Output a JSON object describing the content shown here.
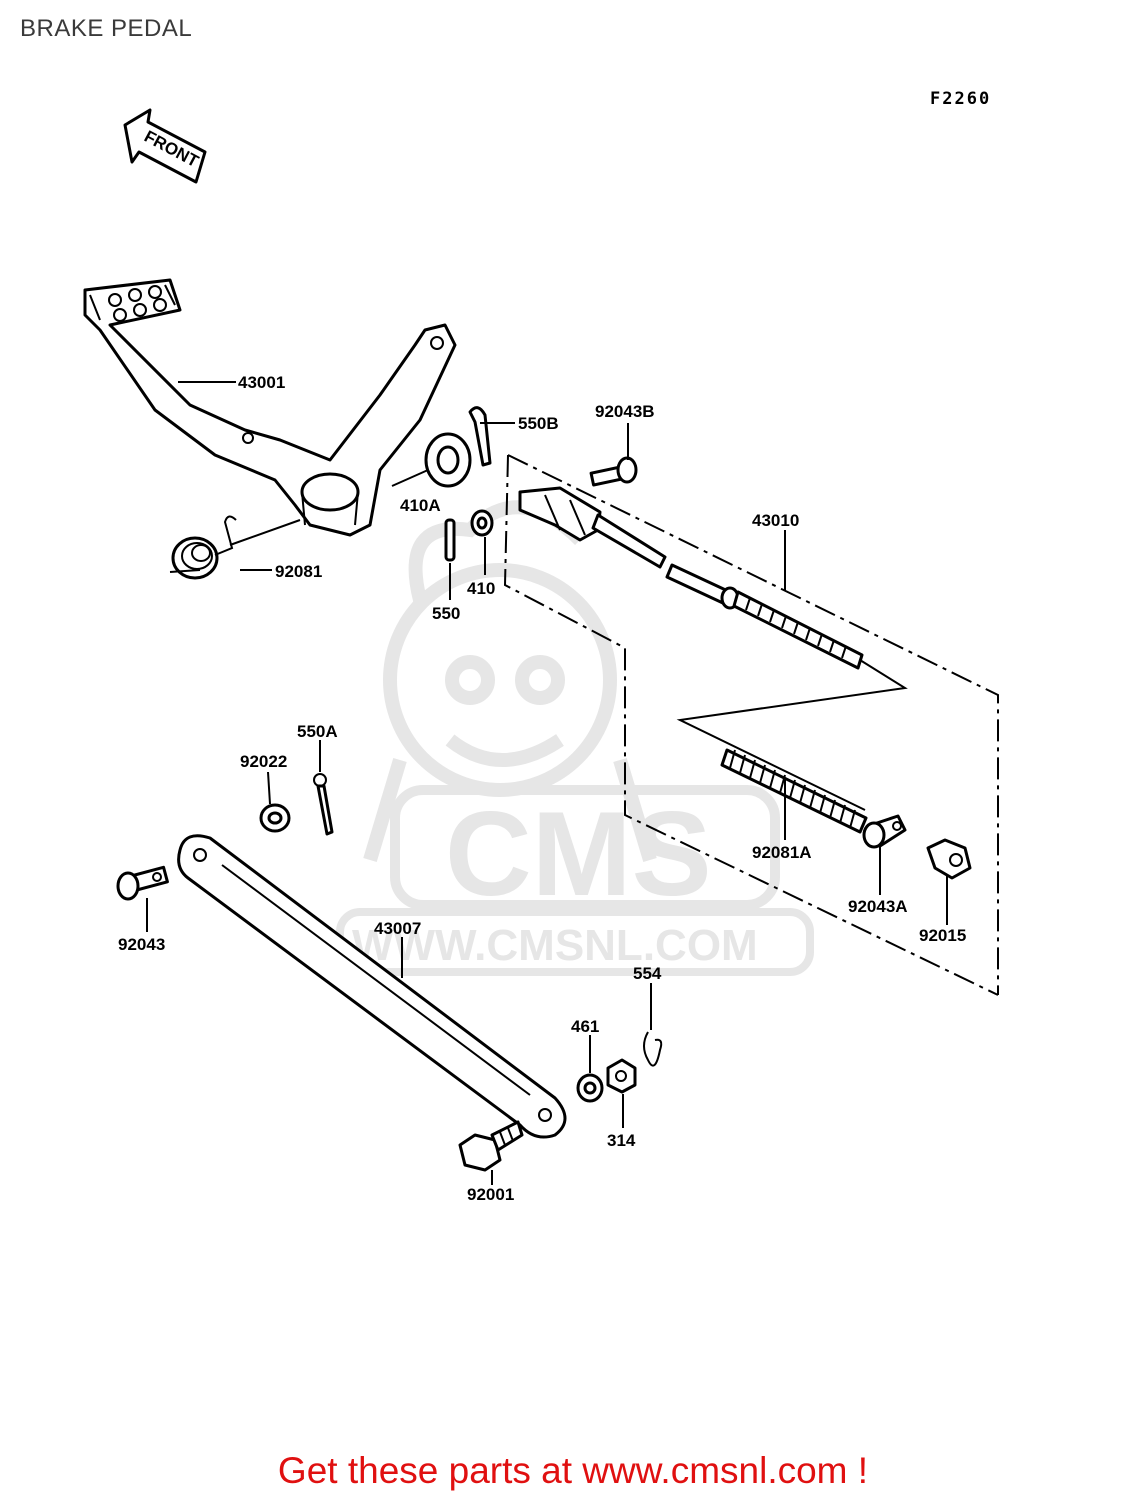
{
  "page": {
    "title": "BRAKE PEDAL"
  },
  "diagram": {
    "code": "F2260",
    "front_label": "FRONT",
    "watermark": {
      "brand": "CMS",
      "url": "WWW.CMSNL.COM"
    },
    "parts": [
      {
        "id": "43001"
      },
      {
        "id": "550B"
      },
      {
        "id": "92043B"
      },
      {
        "id": "410A"
      },
      {
        "id": "43010"
      },
      {
        "id": "92081"
      },
      {
        "id": "550"
      },
      {
        "id": "410"
      },
      {
        "id": "550A"
      },
      {
        "id": "92022"
      },
      {
        "id": "92081A"
      },
      {
        "id": "92043A"
      },
      {
        "id": "92015"
      },
      {
        "id": "92043"
      },
      {
        "id": "43007"
      },
      {
        "id": "554"
      },
      {
        "id": "461"
      },
      {
        "id": "314"
      },
      {
        "id": "92001"
      }
    ]
  },
  "footer": {
    "text": "Get these parts at www.cmsnl.com !"
  },
  "colors": {
    "footer": "#e01010",
    "watermark": "#e6e6e6",
    "lines": "#000000"
  }
}
